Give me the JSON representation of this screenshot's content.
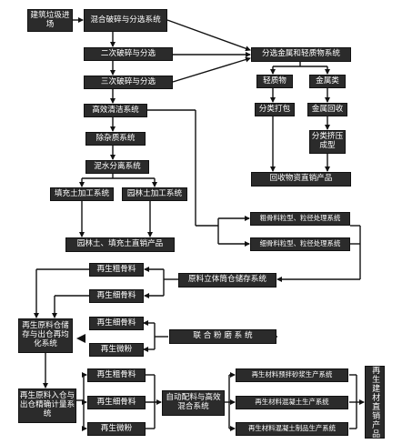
{
  "boxes": {
    "construction_waste": "建筑垃圾进场",
    "mixed_crushing": "混合破碎与分选系统",
    "secondary_crushing": "二次破碎与分选",
    "tertiary_crushing": "三次破碎与分选",
    "efficient_cleaning": "高效清洁系统",
    "impurity_removal": "除杂质系统",
    "mud_separation": "泥水分离系统",
    "fill_soil": "填充土加工系统",
    "garden_soil": "园林土加工系统",
    "soil_direct_sale": "园林土、填充土直销产品",
    "metal_light_sorting": "分选金属和轻质物系统",
    "light_material": "轻质物",
    "metals": "金属类",
    "sort_pack": "分类打包",
    "metal_recovery": "金属回收",
    "sort_extrude": "分类挤压成型",
    "recycle_direct_sale": "回收物资直销产品",
    "coarse_processing": "粗骨料粒型、粒径处理系统",
    "fine_processing": "细骨料粒型、粒径处理系统",
    "raw_silo_storage": "原料立体筒仓储存系统",
    "recycled_coarse_1": "再生粗骨料",
    "recycled_fine_1": "再生细骨料",
    "storage_rehomog": "再生原料仓储存与出仓再均化系统",
    "recycled_fine_2": "再生细骨料",
    "recycled_powder_1": "再生微粉",
    "joint_grinding": "联 合 粉 磨 系 统",
    "metering_system": "再生原料入仓与出仓精确计量系统",
    "recycled_coarse_2": "再生粗骨料",
    "recycled_fine_3": "再生细骨料",
    "recycled_powder_2": "再生微粉",
    "auto_batching": "自动配料与高效混合系统",
    "mortar_production": "再生材料预拌砂浆生产系统",
    "concrete_production": "再生材料混凝土生产系统",
    "concrete_products": "再生材料混凝土制品生产系统",
    "building_material_sale": "再生建材直销产品"
  }
}
